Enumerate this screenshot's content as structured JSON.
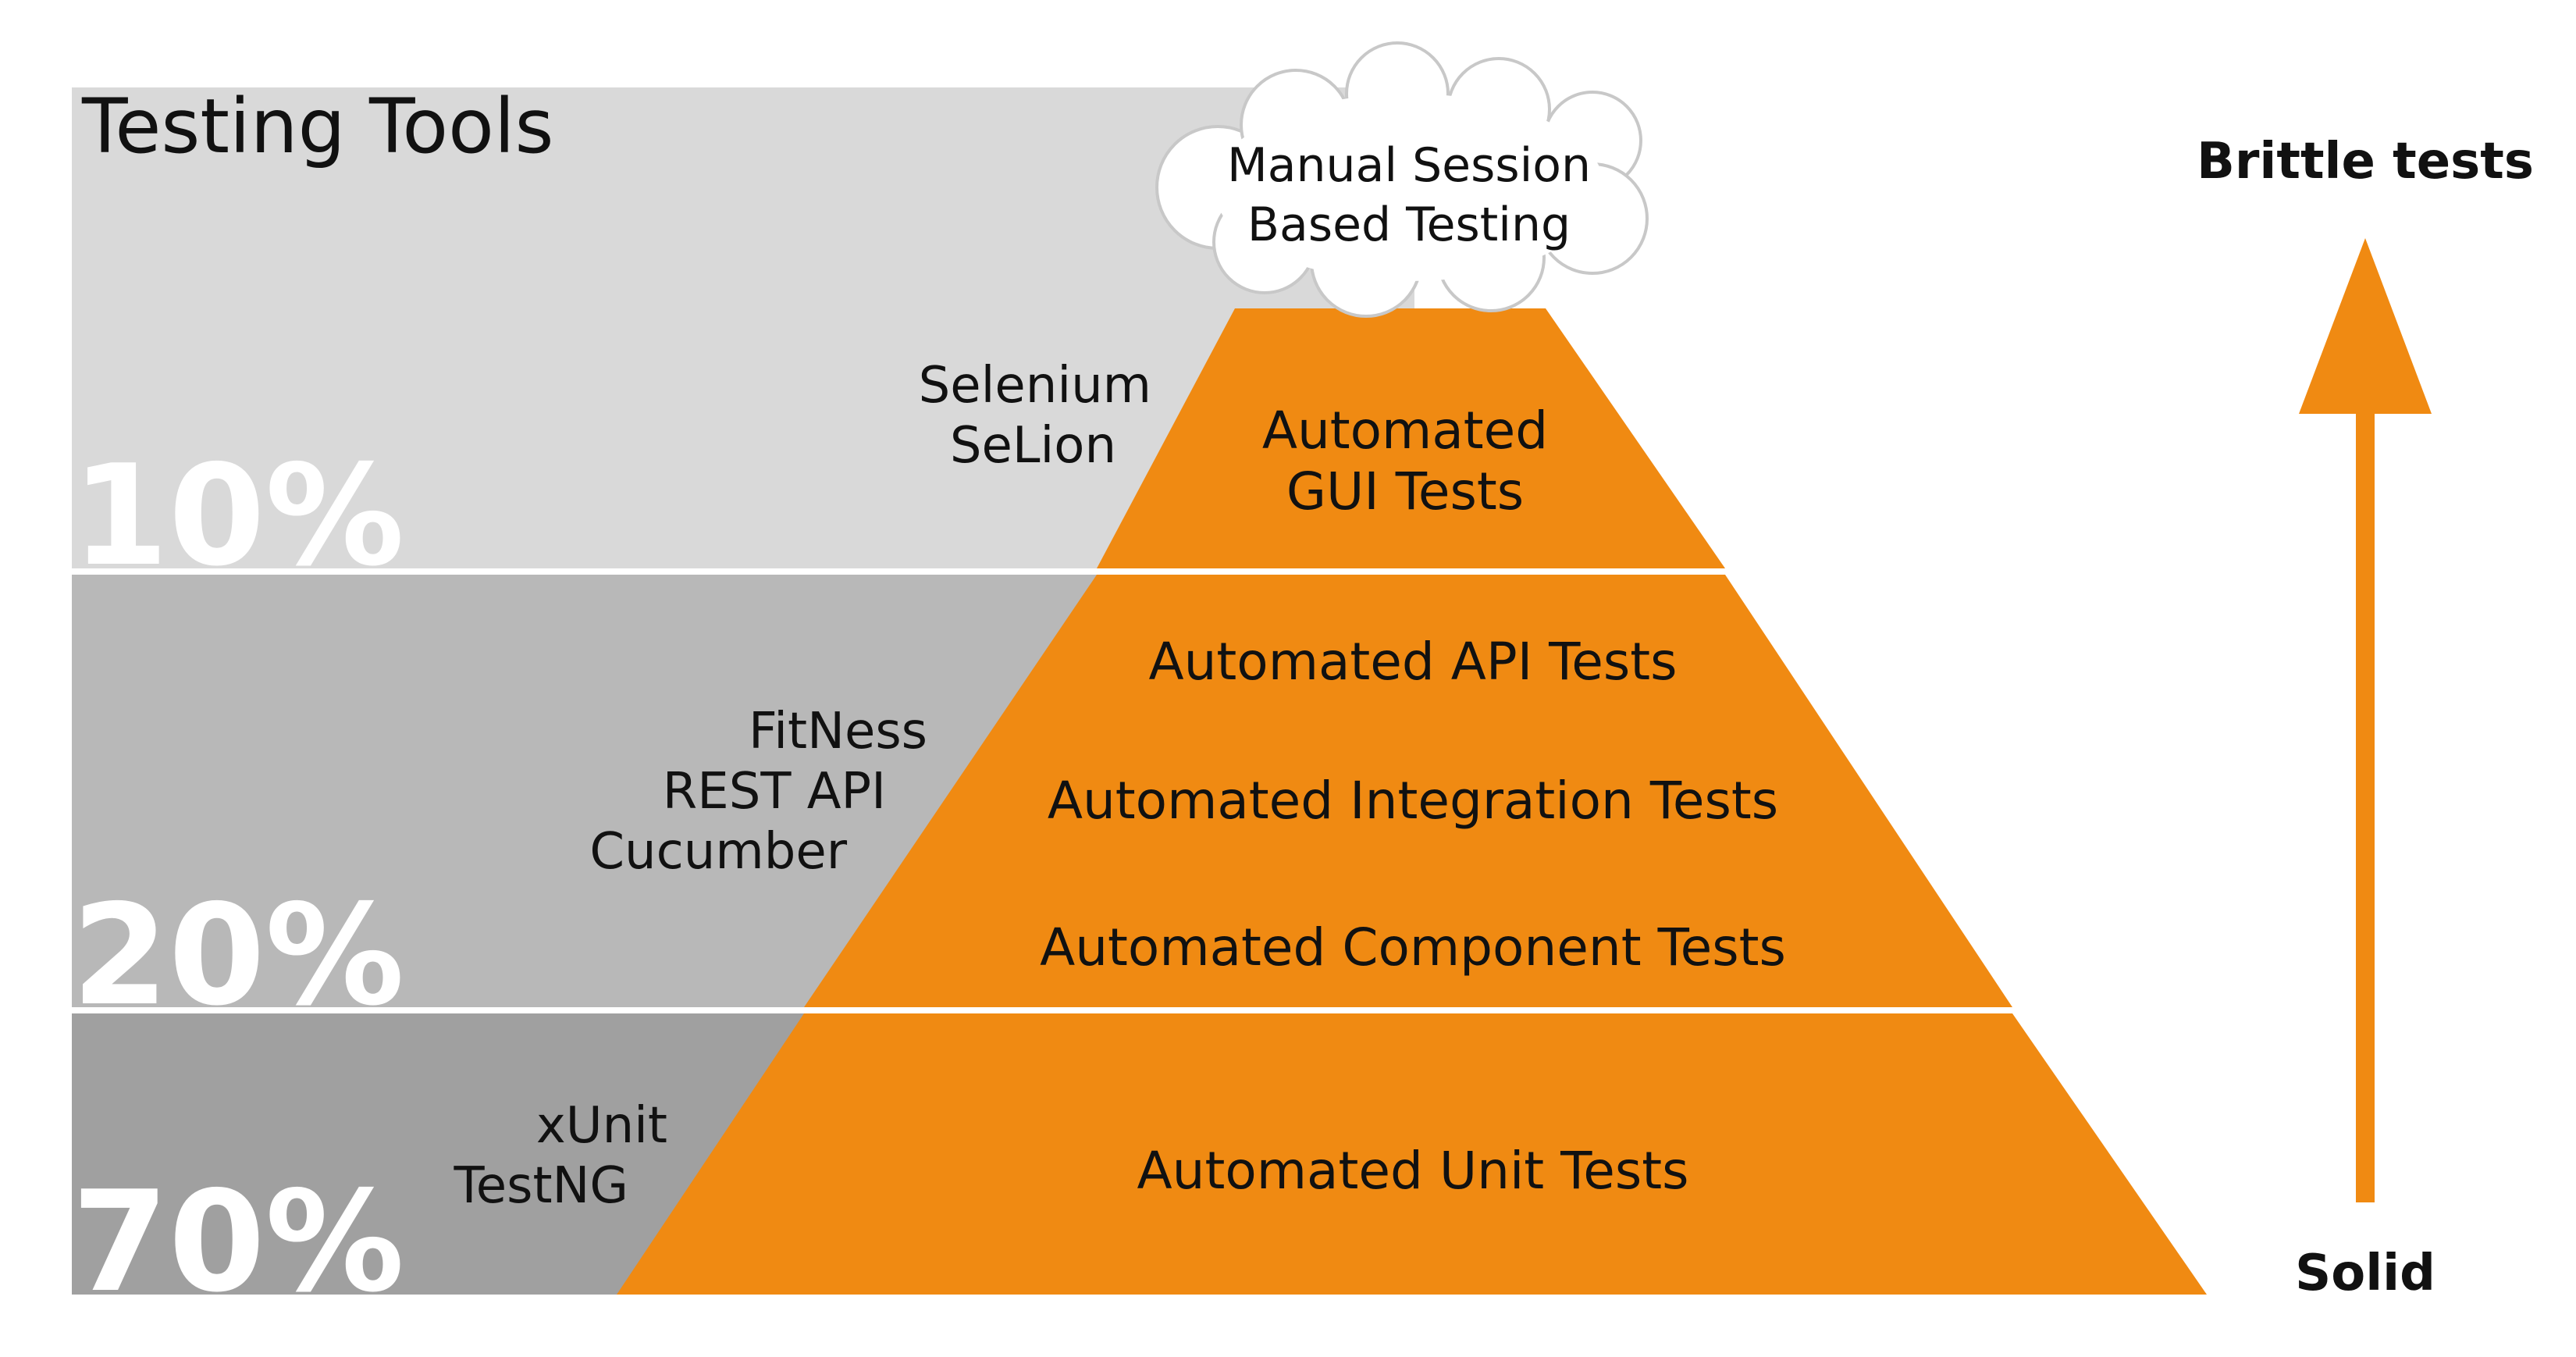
{
  "title": "Testing Tools",
  "colors": {
    "band_top": "#d9d9d9",
    "band_middle": "#b8b8b8",
    "band_bottom": "#a0a0a0",
    "pyramid": "#f08a12",
    "arrow": "#f08a12",
    "percent_text": "#ffffff",
    "divider": "#ffffff",
    "text": "#111111"
  },
  "tiers": [
    {
      "percent": "10%",
      "tools": [
        "Selenium",
        "SeLion"
      ],
      "tests": [
        "Automated",
        "GUI Tests"
      ]
    },
    {
      "percent": "20%",
      "tools": [
        "FitNess",
        "REST API",
        "Cucumber"
      ],
      "tests": [
        "Automated API Tests",
        "Automated Integration Tests",
        "Automated Component Tests"
      ]
    },
    {
      "percent": "70%",
      "tools": [
        "xUnit",
        "TestNG"
      ],
      "tests": [
        "Automated Unit Tests"
      ]
    }
  ],
  "cloud": {
    "lines": [
      "Manual Session",
      "Based Testing"
    ]
  },
  "arrow": {
    "top_label": "Brittle tests",
    "bottom_label": "Solid"
  }
}
